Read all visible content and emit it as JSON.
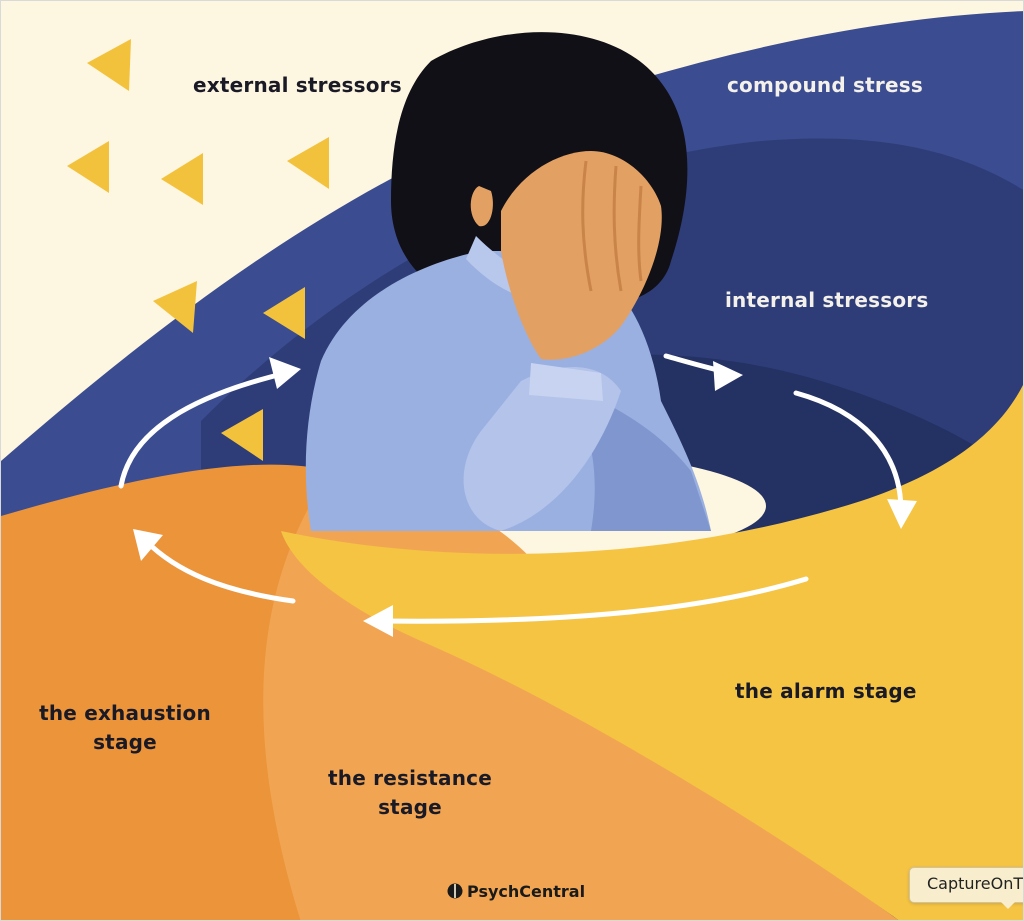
{
  "diagram": {
    "labels": {
      "external_stressors": "external stressors",
      "compound_stress": "compound stress",
      "internal_stressors": "internal stressors",
      "alarm_stage": "the alarm stage",
      "exhaustion_stage_line1": "the exhaustion",
      "exhaustion_stage_line2": "stage",
      "resistance_stage_line1": "the resistance",
      "resistance_stage_line2": "stage"
    },
    "brand": "PsychCentral",
    "colors": {
      "cream": "#fdf6e0",
      "navy": "#2f3f7e",
      "navy_mid": "#3b4c90",
      "navy_deep": "#22305f",
      "yellow": "#f5c443",
      "orange": "#ec9a3b",
      "orange_dark": "#e88a32",
      "orange_light": "#f3ad58",
      "triangle": "#f3c23d",
      "sweater": "#9ab0e0"
    },
    "icons": [
      "triangle-icon",
      "arrow-icon",
      "psychcentral-logo-icon"
    ]
  },
  "overlay": {
    "capture_tab_label": "CaptureOnT"
  }
}
